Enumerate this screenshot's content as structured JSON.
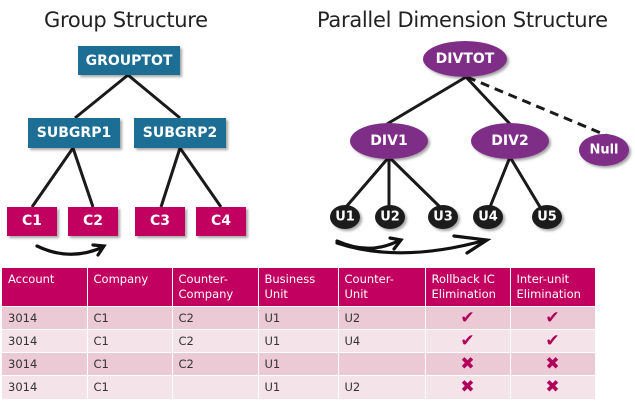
{
  "titles": {
    "group": "Group Structure",
    "parallel": "Parallel Dimension Structure"
  },
  "group_structure": {
    "root": "GROUPTOT",
    "subgroups": [
      "SUBGRP1",
      "SUBGRP2"
    ],
    "companies": [
      "C1",
      "C2",
      "C3",
      "C4"
    ],
    "arrow": {
      "from": "C1",
      "to": "C2"
    }
  },
  "parallel_structure": {
    "root": "DIVTOT",
    "divisions": [
      "DIV1",
      "DIV2"
    ],
    "null_node": "Null",
    "units": [
      "U1",
      "U2",
      "U3",
      "U4",
      "U5"
    ],
    "arrows": [
      {
        "from": "U1",
        "to": "U2"
      },
      {
        "from": "U1",
        "to": "U4"
      }
    ]
  },
  "colors": {
    "group_box": "#1a6e94",
    "company_box": "#c2005f",
    "division_node": "#7f2f88",
    "unit_node": "#1c1c1c",
    "table_header": "#c2005f",
    "row_dark": "#ebcad6",
    "row_light": "#f4e4ea"
  },
  "table": {
    "headers": [
      "Account",
      "Company",
      "Counter-\nCompany",
      "Business\nUnit",
      "Counter-\nUnit",
      "Rollback IC\nElimination",
      "Inter-unit\nElimination"
    ],
    "rows": [
      {
        "account": "3014",
        "company": "C1",
        "counter_company": "C2",
        "business_unit": "U1",
        "counter_unit": "U2",
        "rollback": "✔",
        "interunit": "✔"
      },
      {
        "account": "3014",
        "company": "C1",
        "counter_company": "C2",
        "business_unit": "U1",
        "counter_unit": "U4",
        "rollback": "✔",
        "interunit": "✔"
      },
      {
        "account": "3014",
        "company": "C1",
        "counter_company": "C2",
        "business_unit": "U1",
        "counter_unit": "",
        "rollback": "✖",
        "interunit": "✖"
      },
      {
        "account": "3014",
        "company": "C1",
        "counter_company": "",
        "business_unit": "U1",
        "counter_unit": "U2",
        "rollback": "✖",
        "interunit": "✖"
      }
    ]
  }
}
